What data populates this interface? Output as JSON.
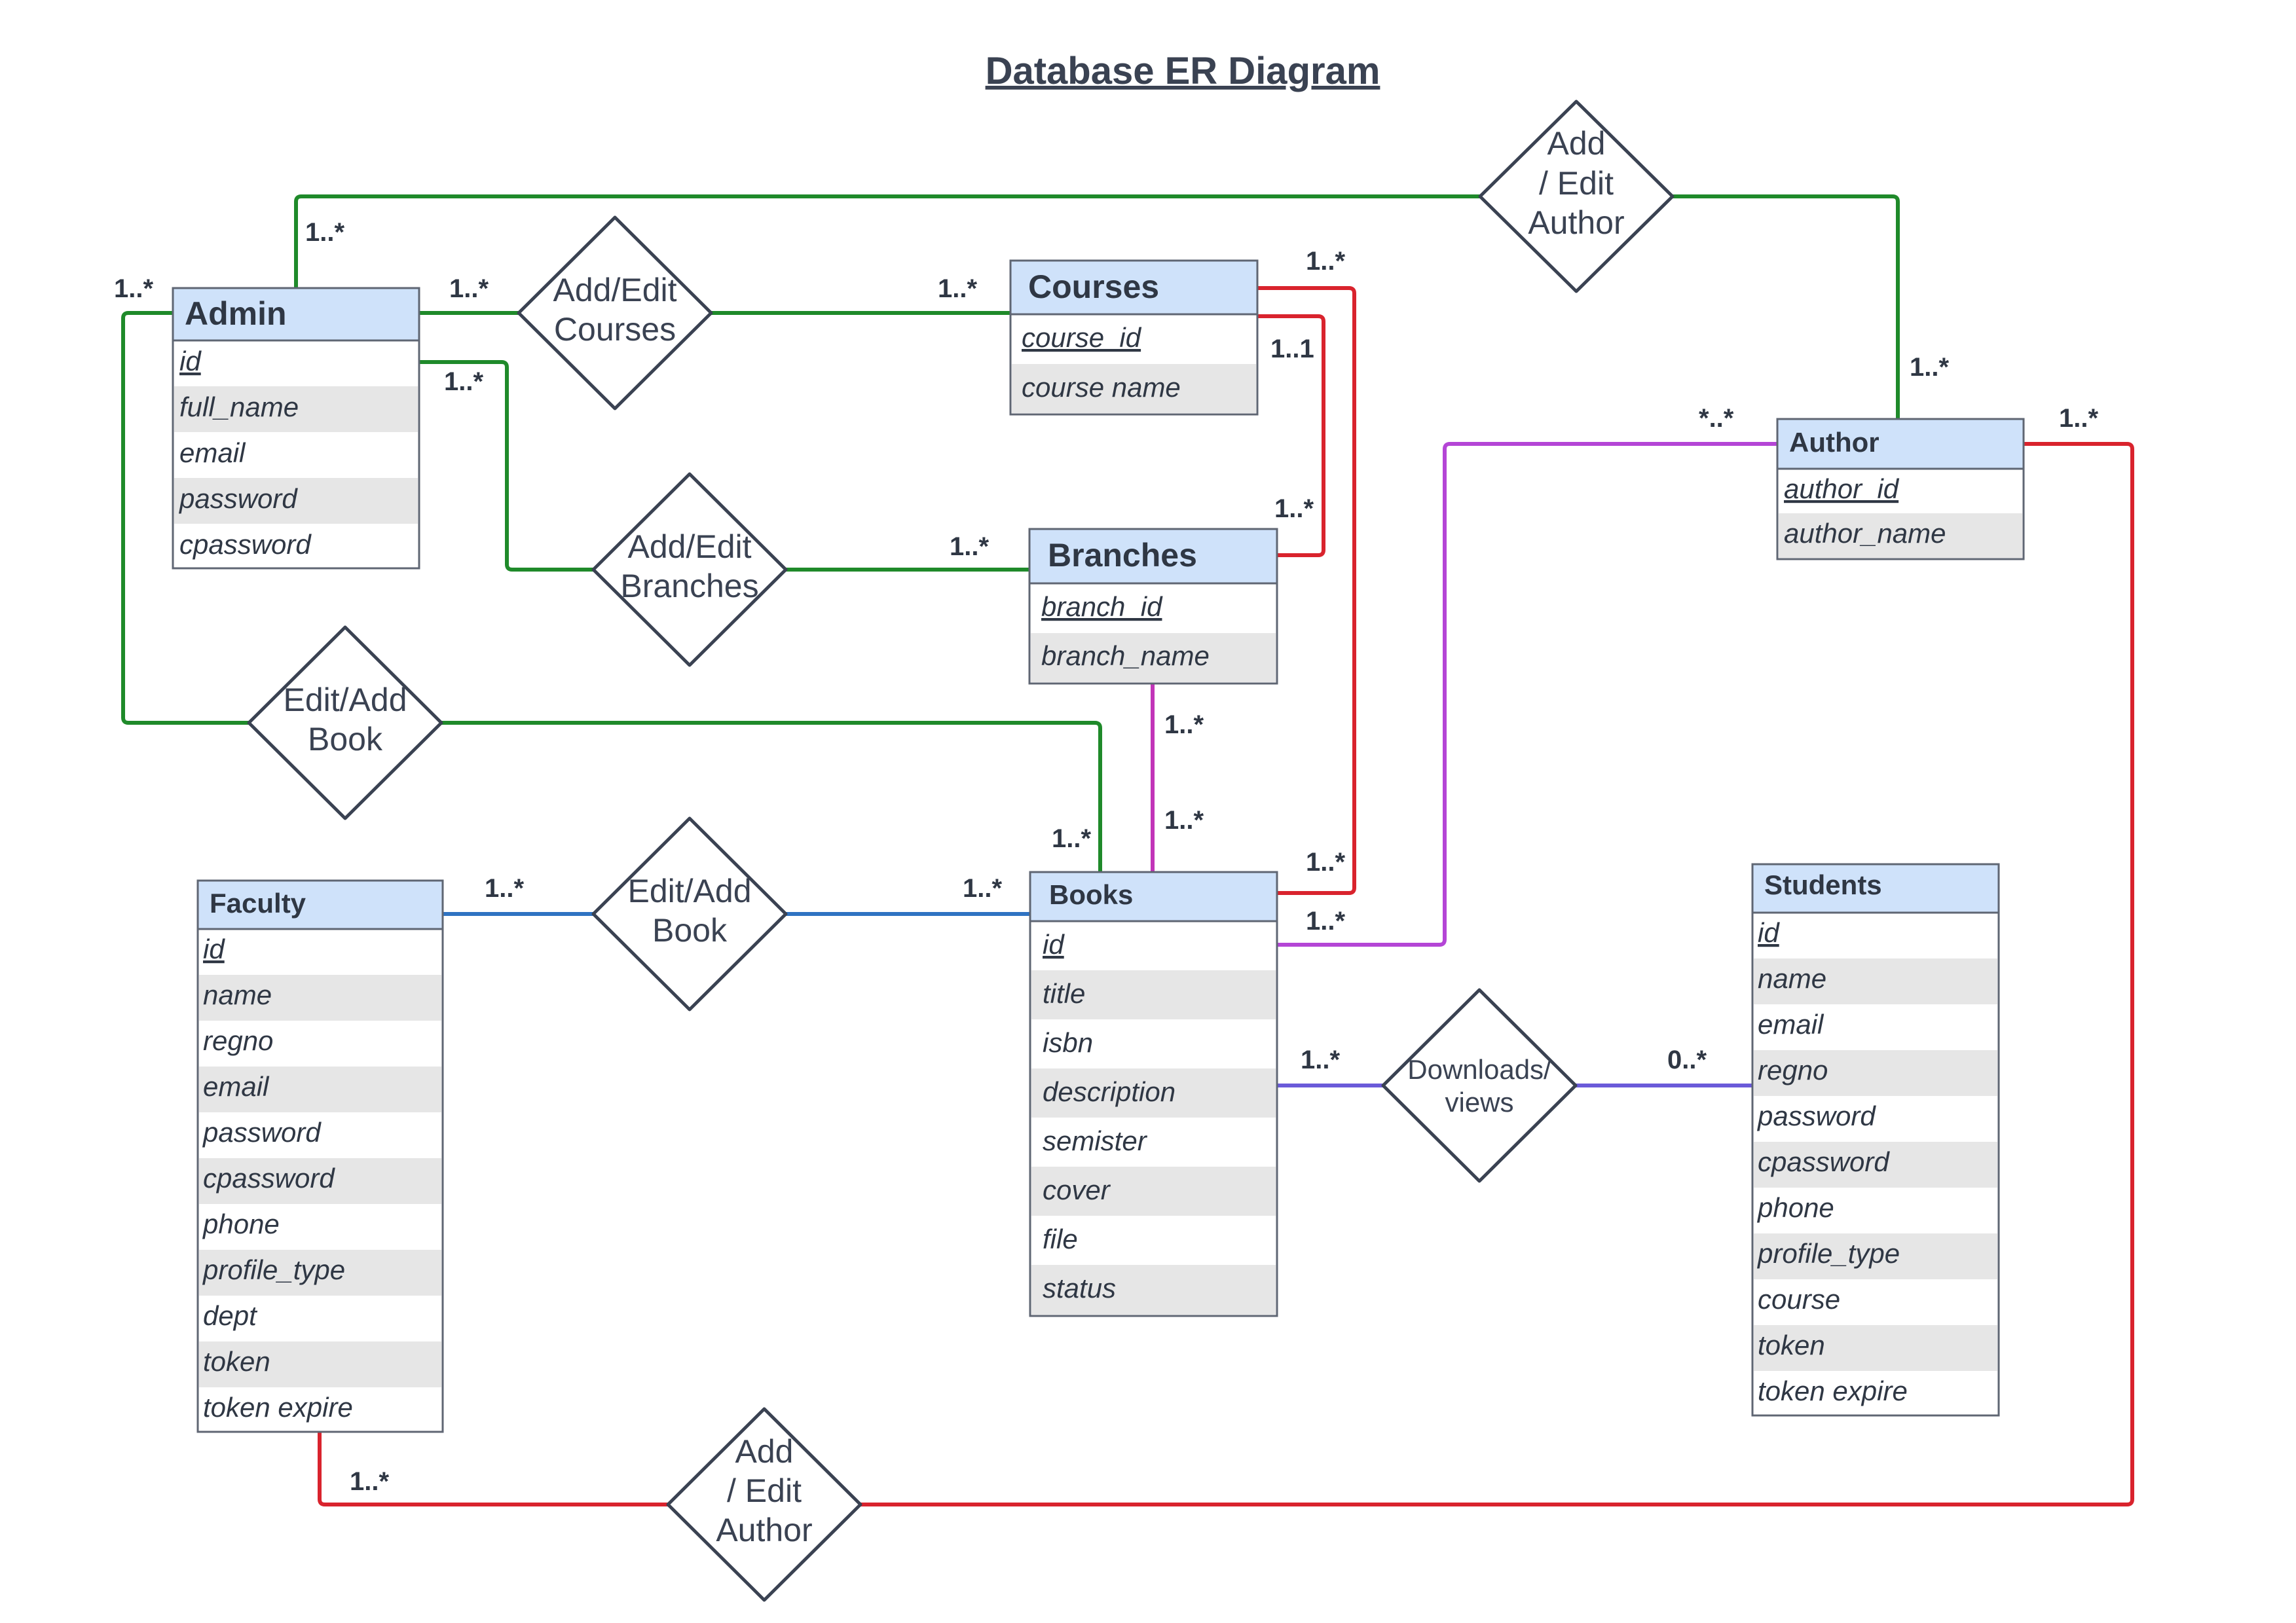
{
  "title": "Database ER Diagram",
  "colors": {
    "green": "#1f8a2a",
    "red": "#d9232d",
    "blue": "#2f73c2",
    "magenta": "#c235b8",
    "purple": "#b445d6",
    "indigo": "#6a5ad9",
    "header_fill": "#cfe2fa",
    "alt_row_fill": "#e6e6e6",
    "text": "#2f3744"
  },
  "entities": {
    "admin": {
      "name": "Admin",
      "attributes": [
        "id",
        "full_name",
        "email",
        "password",
        "cpassword"
      ],
      "key": "id"
    },
    "courses": {
      "name": "Courses",
      "attributes": [
        "course_id",
        "course name"
      ],
      "key": "course_id"
    },
    "branches": {
      "name": "Branches",
      "attributes": [
        "branch_id",
        "branch_name"
      ],
      "key": "branch_id"
    },
    "author": {
      "name": "Author",
      "attributes": [
        "author_id",
        "author_name"
      ],
      "key": "author_id"
    },
    "faculty": {
      "name": "Faculty",
      "attributes": [
        "id",
        "name",
        "regno",
        "email",
        "password",
        "cpassword",
        "phone",
        "profile_type",
        "dept",
        "token",
        "token expire"
      ],
      "key": "id"
    },
    "books": {
      "name": "Books",
      "attributes": [
        "id",
        "title",
        "isbn",
        "description",
        "semister",
        "cover",
        "file",
        "status"
      ],
      "key": "id"
    },
    "students": {
      "name": "Students",
      "attributes": [
        "id",
        "name",
        "email",
        "regno",
        "password",
        "cpassword",
        "phone",
        "profile_type",
        "course",
        "token",
        "token expire"
      ],
      "key": "id"
    }
  },
  "relationships": {
    "add_edit_author_top": [
      "Add",
      "/ Edit",
      "Author"
    ],
    "add_edit_courses": [
      "Add/Edit",
      "Courses"
    ],
    "add_edit_branches": [
      "Add/Edit",
      "Branches"
    ],
    "edit_add_book_admin": [
      "Edit/Add",
      "Book"
    ],
    "edit_add_book_faculty": [
      "Edit/Add",
      "Book"
    ],
    "downloads_views": [
      "Downloads/",
      "views"
    ],
    "add_edit_author_bottom": [
      "Add",
      "/ Edit",
      "Author"
    ]
  },
  "cardinalities": {
    "admin_top": "1..*",
    "admin_left": "1..*",
    "admin_courses": "1..*",
    "courses_admin": "1..*",
    "admin_branches": "1..*",
    "branches_admin": "1..*",
    "courses_books_top": "1..*",
    "courses_branches": "1..1",
    "branches_courses": "1..*",
    "author_admin": "1..*",
    "author_books": "*..*",
    "author_faculty": "1..*",
    "branches_books": "1..*",
    "books_branches": "1..*",
    "books_admin": "1..*",
    "books_courses": "1..*",
    "books_author": "1..*",
    "faculty_books": "1..*",
    "books_faculty": "1..*",
    "books_students": "1..*",
    "students_books": "0..*",
    "faculty_author": "1..*"
  }
}
